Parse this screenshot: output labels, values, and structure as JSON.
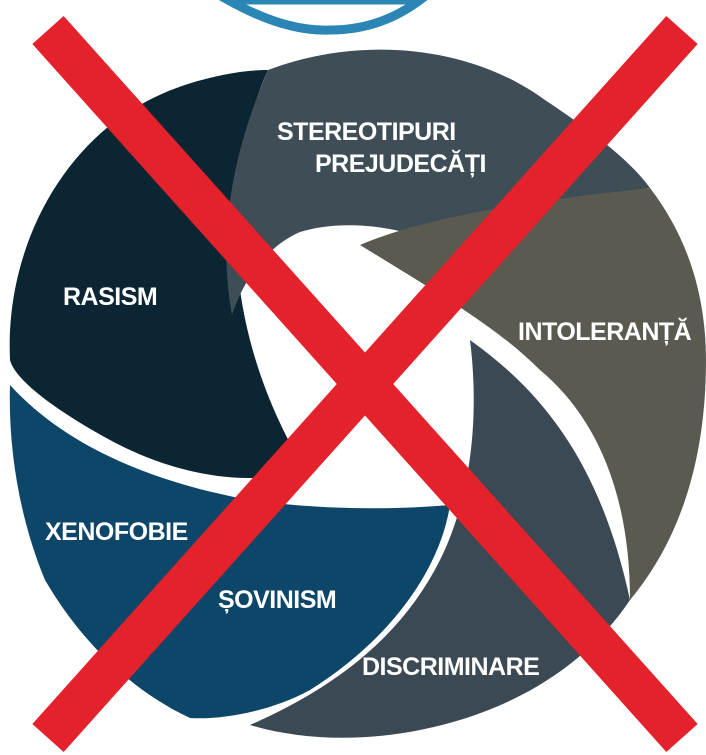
{
  "labels": {
    "stereotipuri": "STEREOTIPURI",
    "prejudecati": "PREJUDECĂȚI",
    "rasism": "RASISM",
    "intoleranta": "INTOLERANȚĂ",
    "xenofobie": "XENOFOBIE",
    "sovinism": "ȘOVINISM",
    "discriminare": "DISCRIMINARE"
  },
  "colors": {
    "stereotipuri_prejudecati": "#3f4d57",
    "rasism": "#0b2533",
    "intoleranta": "#5b5a51",
    "xenofobie_sovinism": "#0d4669",
    "discriminare": "#3a4954",
    "cross": "#e3222b",
    "top_emblem": "#2b86b5"
  }
}
